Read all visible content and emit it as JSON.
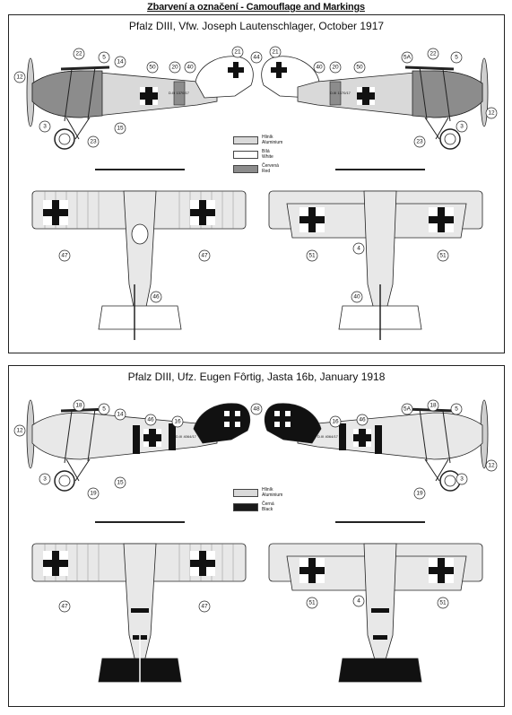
{
  "header": {
    "title": "Zbarvení a označení - Camouflage and Markings"
  },
  "panels": [
    {
      "title": "Pfalz DIII, Vfw. Joseph Lautenschlager, October 1917",
      "fuselage_code": "D.III 1370/17",
      "legend": [
        {
          "cz": "Hliník",
          "en": "Aluminium",
          "color": "#d9d9d9"
        },
        {
          "cz": "Bílá",
          "en": "White",
          "color": "#ffffff"
        },
        {
          "cz": "Červená",
          "en": "Red",
          "color": "#8c8c8c"
        }
      ],
      "callouts": {
        "left_side": [
          "12",
          "22",
          "5",
          "14",
          "50",
          "20",
          "40",
          "3",
          "15",
          "23"
        ],
        "tail": [
          "21",
          "44",
          "21"
        ],
        "right_side": [
          "40",
          "20",
          "50",
          "5A",
          "22",
          "5",
          "12",
          "3",
          "23"
        ],
        "top_view": [
          "47",
          "47",
          "46"
        ],
        "bottom_view": [
          "4",
          "51",
          "51",
          "40"
        ]
      }
    },
    {
      "title": "Pfalz DIII, Ufz. Eugen Fôrtig, Jasta 16b, January 1918",
      "fuselage_code": "D.III 4064/17",
      "legend": [
        {
          "cz": "Hliník",
          "en": "Aluminium",
          "color": "#d9d9d9"
        },
        {
          "cz": "Černá",
          "en": "Black",
          "color": "#1a1a1a"
        }
      ],
      "callouts": {
        "left_side": [
          "12",
          "18",
          "5",
          "14",
          "46",
          "16",
          "3",
          "15",
          "19"
        ],
        "tail": [
          "48"
        ],
        "right_side": [
          "16",
          "46",
          "5A",
          "18",
          "5",
          "12",
          "3",
          "19"
        ],
        "top_view": [
          "47",
          "47"
        ],
        "bottom_view": [
          "4",
          "51",
          "51"
        ]
      }
    }
  ]
}
